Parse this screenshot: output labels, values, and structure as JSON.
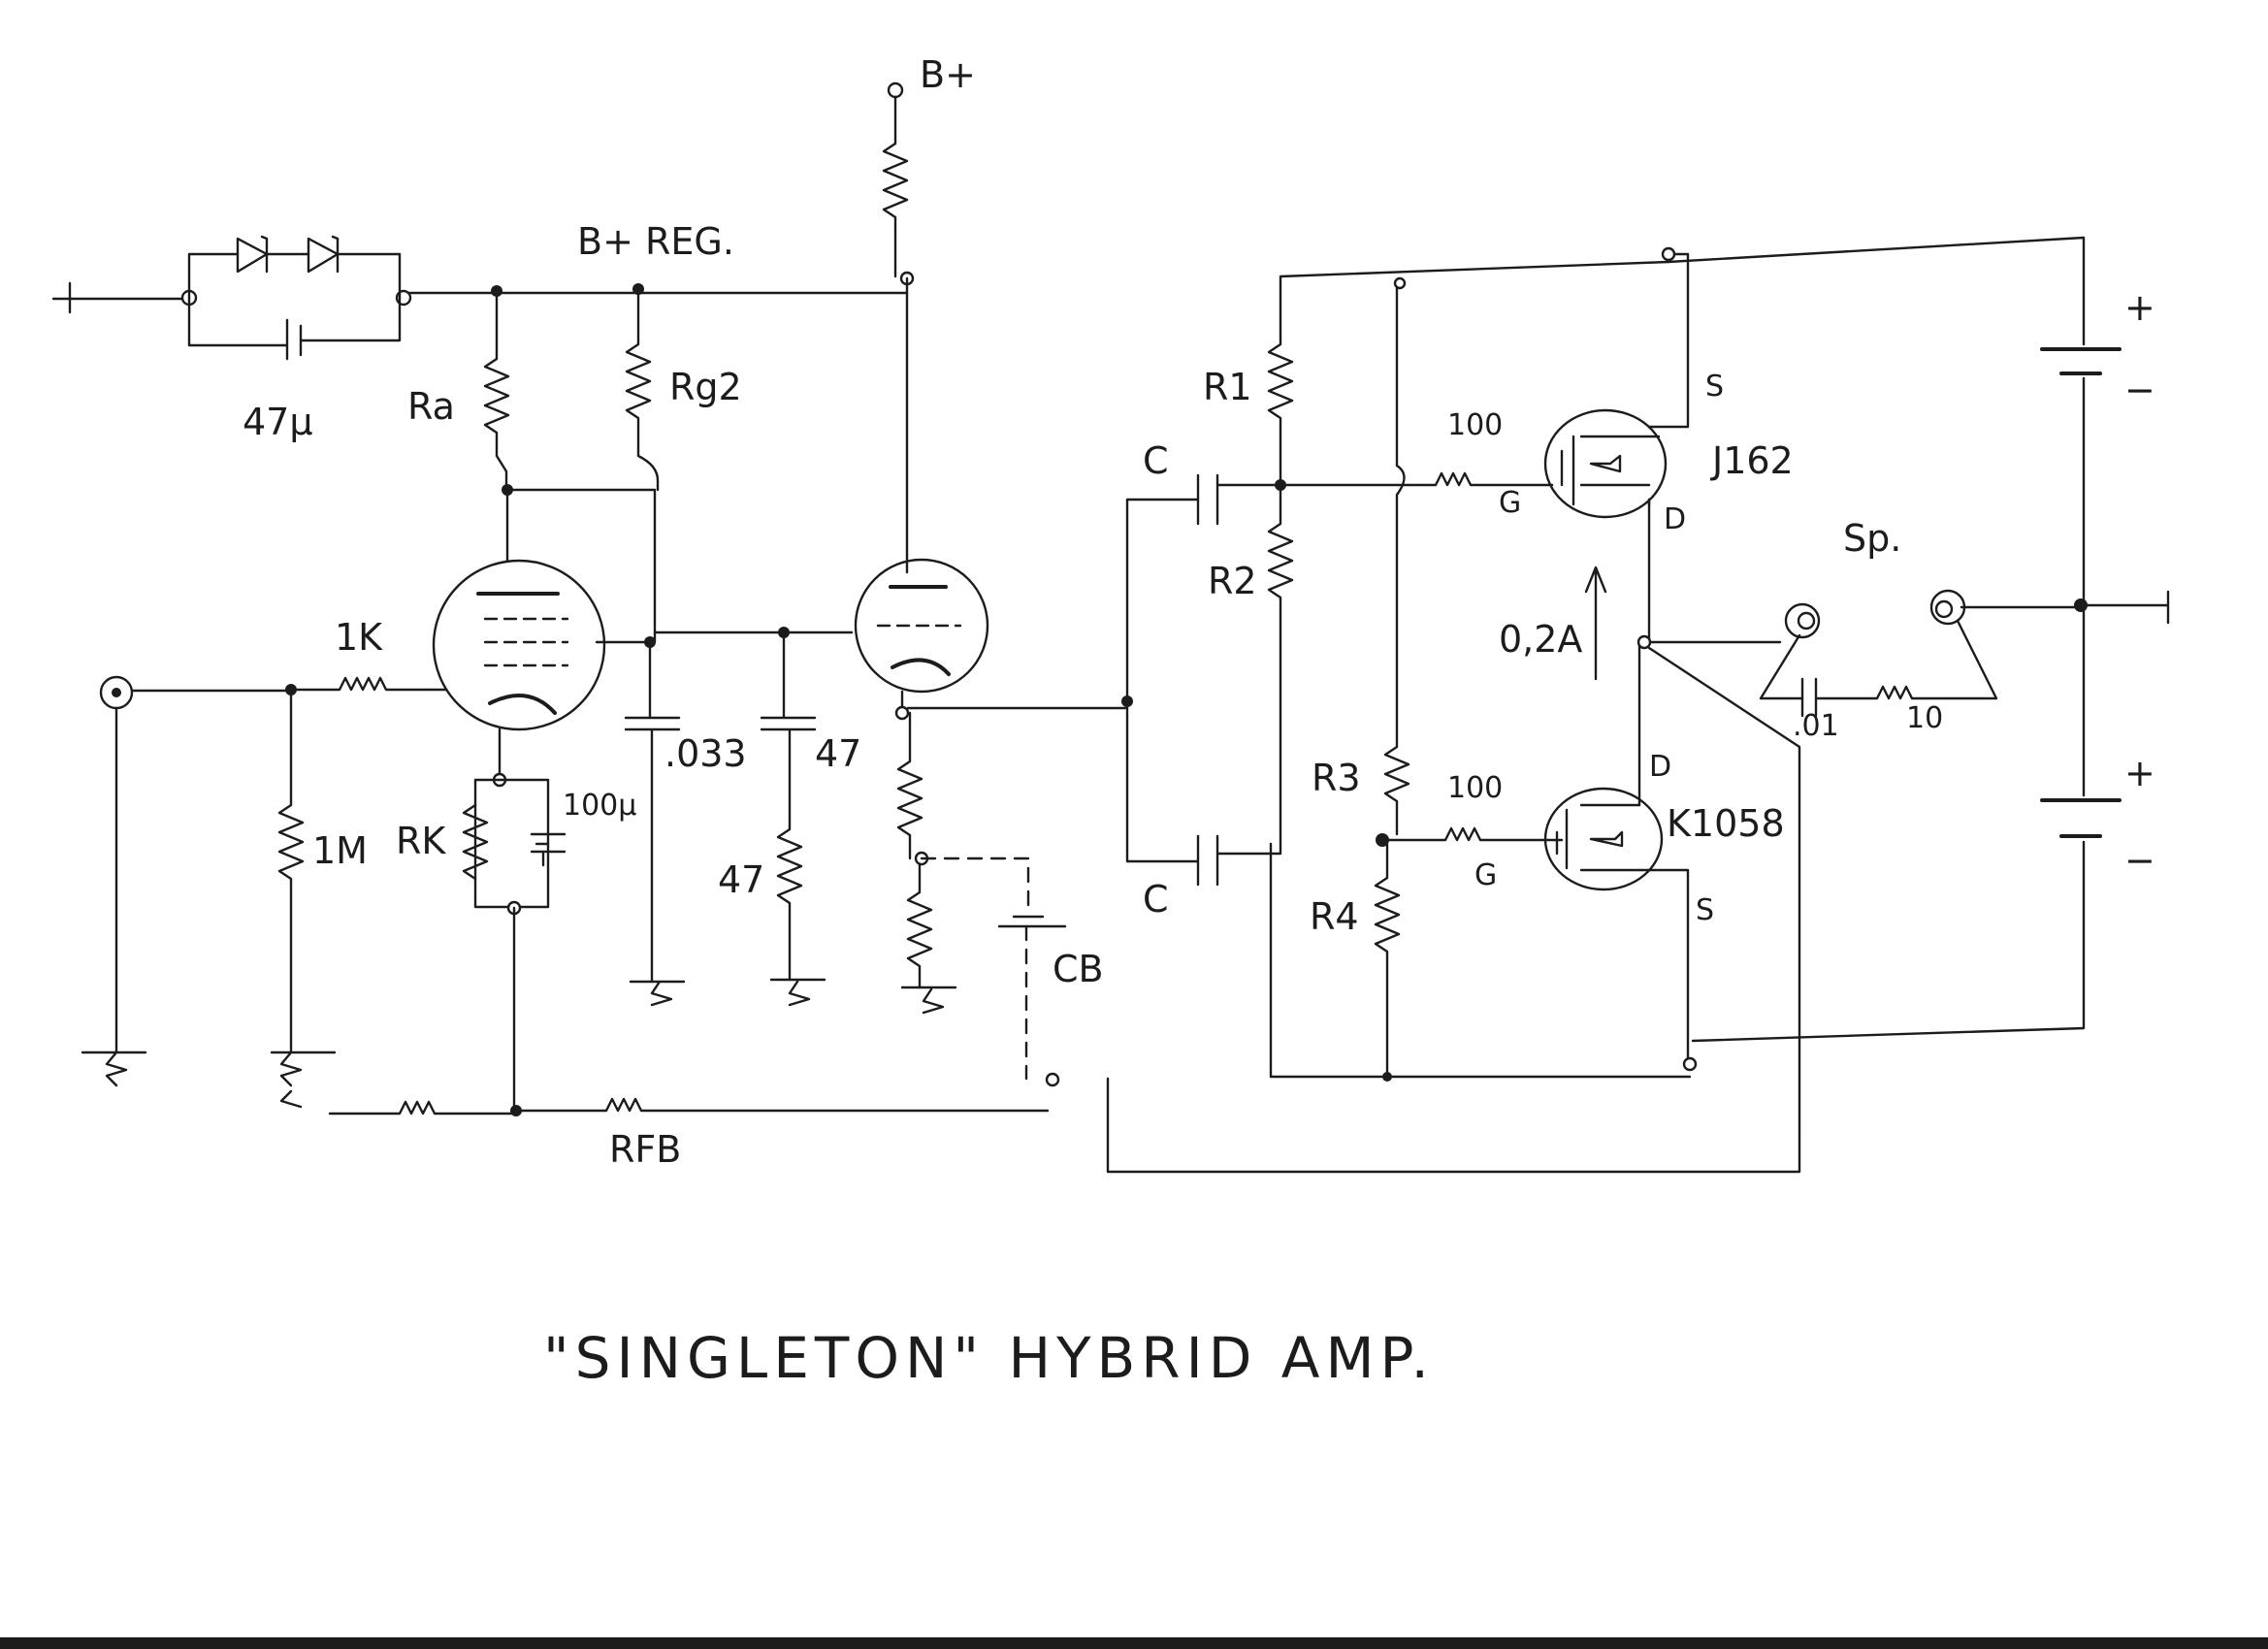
{
  "title": "\"SINGLETON\" HYBRID AMP.",
  "labels": {
    "b_plus": "B+",
    "b_plus_reg": "B+ REG.",
    "cap_47u": "47µ",
    "ra": "Ra",
    "rg2": "Rg2",
    "input_res": "1K",
    "grid_res": "1M",
    "rk": "RK",
    "cap_100u": "100µ",
    "cap_033": ".033",
    "cap_47": "47",
    "res_47": "47",
    "cb": "CB",
    "rfb": "RFB",
    "r1": "R1",
    "r2": "R2",
    "r3": "R3",
    "r4": "R4",
    "c_top": "C",
    "c_bottom": "C",
    "gate_res_top": "100",
    "gate_res_bottom": "100",
    "gate_top": "G",
    "gate_bottom": "G",
    "mosfet_top": "J162",
    "mosfet_bottom": "K1058",
    "s_top": "S",
    "d_top": "D",
    "d_bottom": "D",
    "s_bottom": "S",
    "current": "0,2A",
    "speaker": "Sp.",
    "zobel_cap": ".01",
    "zobel_res": "10",
    "plus_top": "+",
    "minus_top": "−",
    "plus_bottom": "+",
    "minus_bottom": "−"
  }
}
